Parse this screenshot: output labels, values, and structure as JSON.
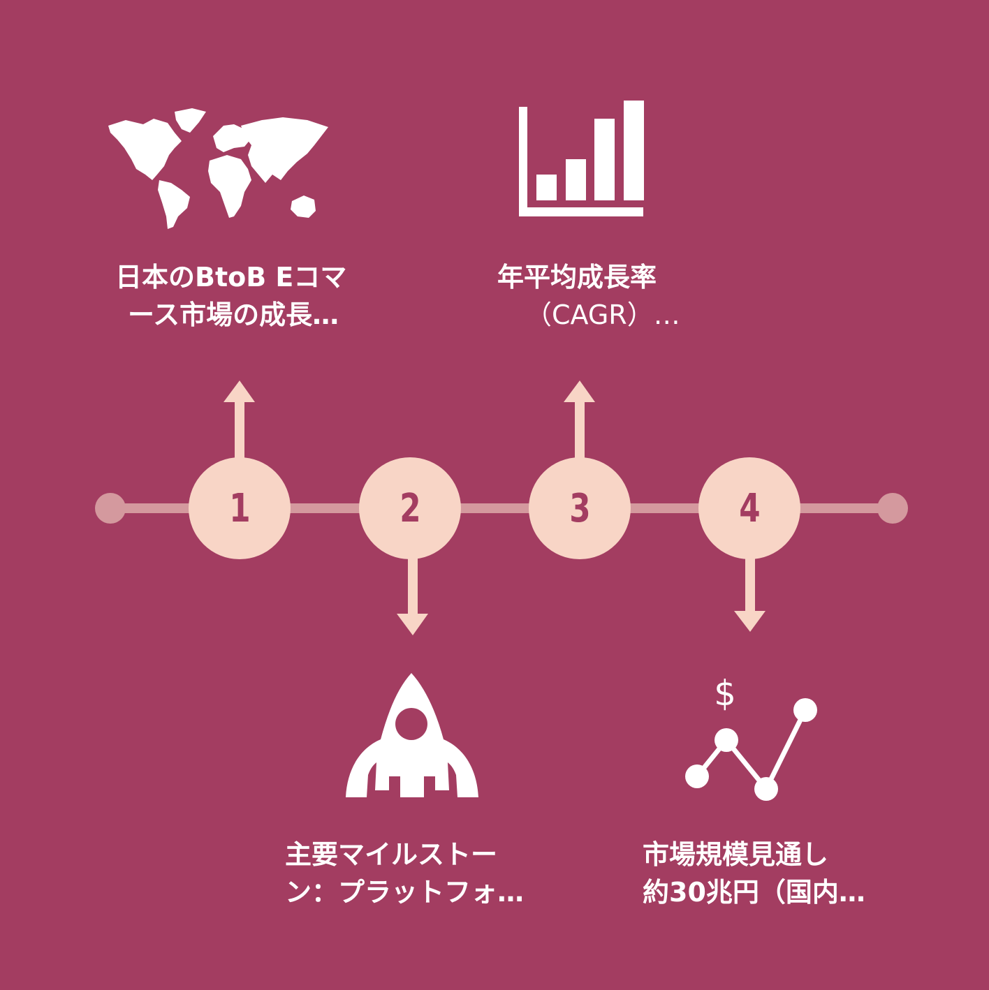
{
  "colors": {
    "background": "#A33D61",
    "timeline": "#D4999E",
    "step_fill": "#F8D5C6",
    "step_text": "#A33D61",
    "icon": "#FFFFFF",
    "label_text": "#FFFFFF"
  },
  "steps": [
    {
      "number": "1",
      "direction": "up",
      "icon": "world-map-icon",
      "label_lines": [
        "日本のBtoB Eコマ",
        "ース市場の成長…"
      ]
    },
    {
      "number": "2",
      "direction": "down",
      "icon": "rocket-icon",
      "label_lines": [
        "主要マイルストー",
        "ン：プラットフォ…"
      ]
    },
    {
      "number": "3",
      "direction": "up",
      "icon": "bar-chart-icon",
      "label_lines": [
        "年平均成長率",
        "（CAGR）…"
      ]
    },
    {
      "number": "4",
      "direction": "down",
      "icon": "dollar-line-chart-icon",
      "label_lines": [
        "市場規模見通し",
        "約30兆円（国内…"
      ]
    }
  ],
  "icon_glyphs": {
    "dollar": "$"
  }
}
